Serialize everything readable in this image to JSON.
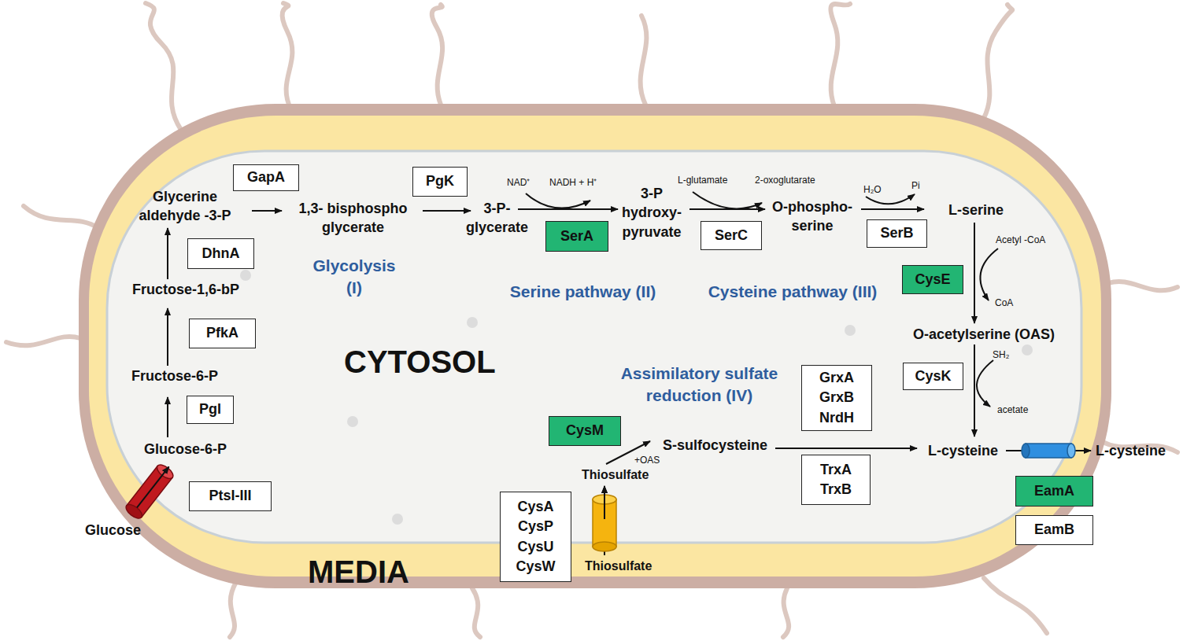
{
  "diagram": {
    "nodes": [
      {
        "text": [
          "GapA"
        ]
      },
      {
        "text": [
          "PgK"
        ]
      },
      {
        "text": [
          "DhnA"
        ]
      },
      {
        "text": [
          "SerA"
        ]
      },
      {
        "text": [
          "SerC"
        ]
      },
      {
        "text": [
          "SerB"
        ]
      },
      {
        "text": [
          "CysE"
        ]
      },
      {
        "text": [
          "PfkA"
        ]
      },
      {
        "text": [
          "CysK"
        ]
      },
      {
        "text": [
          "GrxA GrxB NrdH"
        ]
      },
      {
        "text": [
          "Pgl"
        ]
      },
      {
        "text": [
          "CysM"
        ]
      },
      {
        "text": [
          "TrxA TrxB"
        ]
      },
      {
        "text": [
          "PtsI-III"
        ]
      },
      {
        "text": [
          "EamA"
        ]
      },
      {
        "text": [
          "CysA CysP CysU CysW"
        ]
      },
      {
        "text": [
          "EamB"
        ]
      }
    ],
    "labels": [
      "Glycerine aldehyde -3-P",
      "1,3- bisphospho glycerate",
      "NAD⁺",
      "NADH + H⁺",
      "3-P- glycerate",
      "3-P hydroxy- pyruvate",
      "L-glutamate",
      "2-oxoglutarate",
      "O-phospho- serine",
      "H₂O",
      "Pi",
      "L-serine",
      "Acetyl -CoA",
      "Glycolysis (I)",
      "Serine pathway (II)",
      "Cysteine pathway (III)",
      "CoA",
      "Fructose-1,6-bP",
      "O-acetylserine (OAS)",
      "SH₂",
      "CYTOSOL",
      "Assimilatory sulfate reduction (IV)",
      "Fructose-6-P",
      "acetate",
      "Glucose-6-P",
      "S-sulfocysteine",
      "L-cysteine",
      "L-cysteine",
      "+OAS",
      "Thiosulfate",
      "Glucose",
      "Thiosulfate",
      "MEDIA"
    ]
  }
}
